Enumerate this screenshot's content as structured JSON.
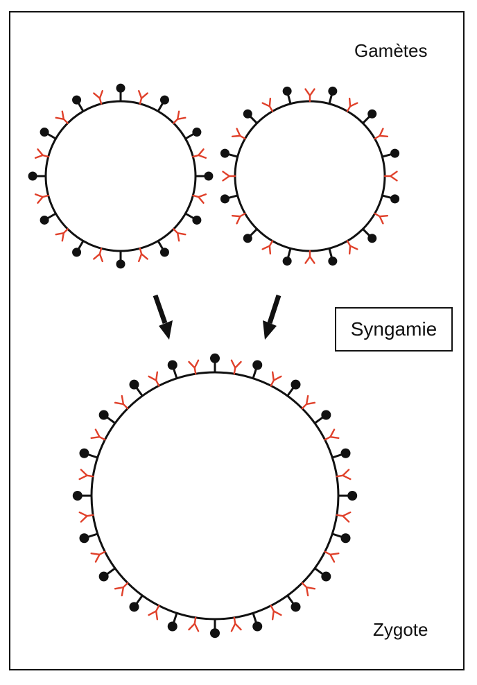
{
  "labels": {
    "gametes": "Gamètes",
    "syngamie": "Syngamie",
    "zygote": "Zygote"
  },
  "colors": {
    "outline": "#111111",
    "receptor": "#e0402a",
    "ligand": "#111111",
    "cell_fill": "#ffffff"
  },
  "cells": [
    {
      "name": "gamete-left",
      "pattern_offset": 0
    },
    {
      "name": "gamete-right",
      "pattern_offset": 1
    },
    {
      "name": "zygote",
      "pattern_offset": 0
    }
  ]
}
